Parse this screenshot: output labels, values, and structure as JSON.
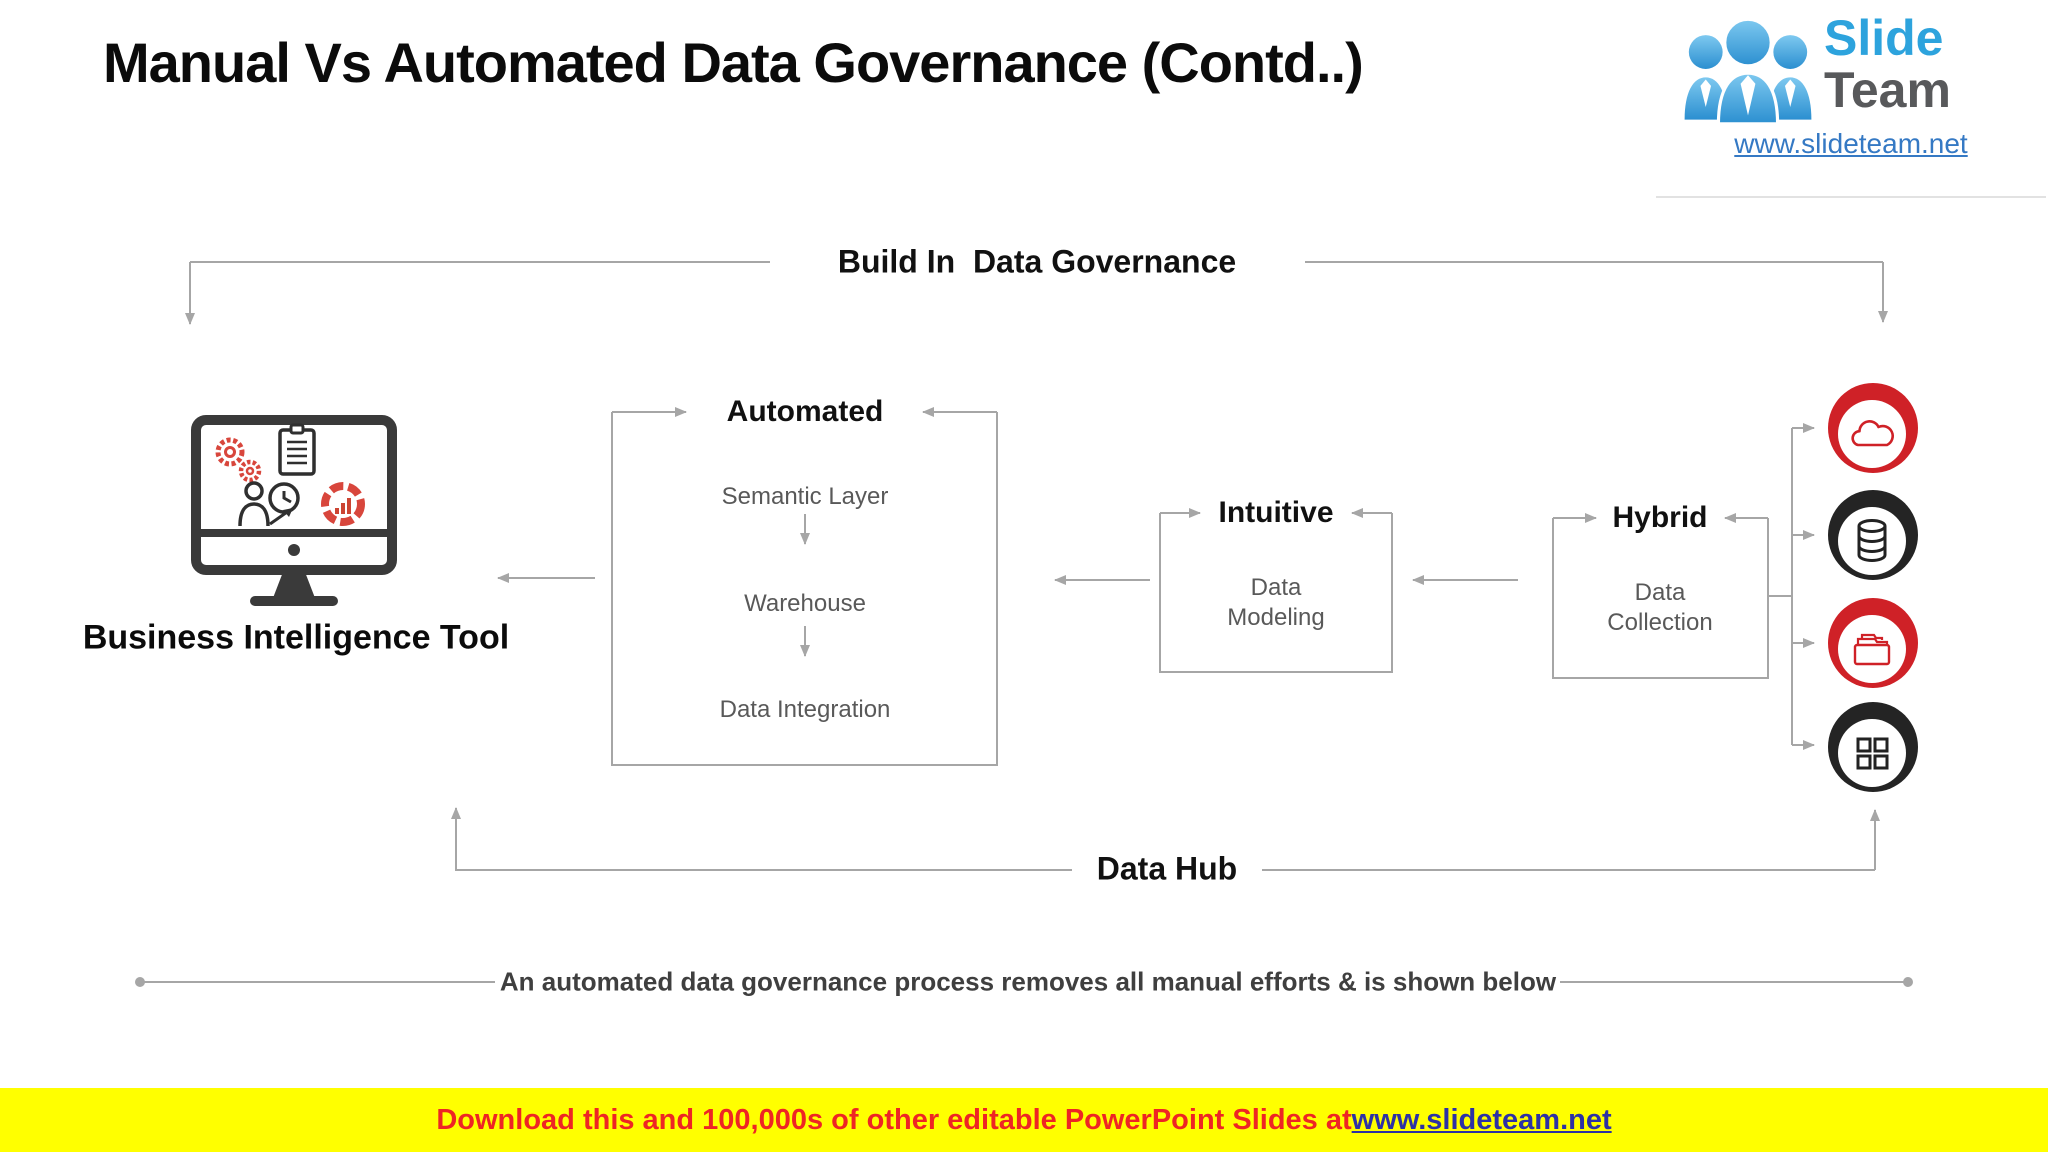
{
  "slide": {
    "title": "Manual Vs Automated Data Governance (Contd..)"
  },
  "logo": {
    "people_icon": "team-people-icon",
    "brand_top": "Slide",
    "brand_bottom": "Team",
    "url": "www.slideteam.net",
    "blue": "#2da3dd",
    "gray": "#58595b"
  },
  "diagram": {
    "header_label": "Build In  Data Governance",
    "footer_label": "Data Hub",
    "bi_tool": {
      "label": "Business Intelligence Tool",
      "icon": "monitor-analytics-icon",
      "screen_icons": [
        "gears-icon",
        "clipboard-icon",
        "person-clock-icon",
        "donut-chart-icon"
      ]
    },
    "automated": {
      "title": "Automated",
      "steps": [
        "Semantic Layer",
        "Warehouse",
        "Data Integration"
      ]
    },
    "intuitive": {
      "title": "Intuitive",
      "body": "Data\nModeling"
    },
    "hybrid": {
      "title": "Hybrid",
      "body": "Data\nCollection"
    },
    "data_sources": [
      {
        "icon": "cloud-icon",
        "color": "#cf2127"
      },
      {
        "icon": "database-icon",
        "color": "#242424"
      },
      {
        "icon": "folder-icon",
        "color": "#cf2127"
      },
      {
        "icon": "grid-icon",
        "color": "#242424"
      }
    ]
  },
  "note": "An automated data governance process removes all manual efforts & is shown below",
  "banner": {
    "text": "Download this and 100,000s of other editable PowerPoint Slides at ",
    "link": "www.slideteam.net",
    "background": "#ffff00",
    "text_color": "#ee2524",
    "link_color": "#2d31a5"
  },
  "colors": {
    "connector": "#a6a6a6",
    "box_border": "#a6a6a6",
    "step_text": "#595959",
    "red_accent": "#cf2127",
    "dark_icon": "#3a3a3a"
  }
}
